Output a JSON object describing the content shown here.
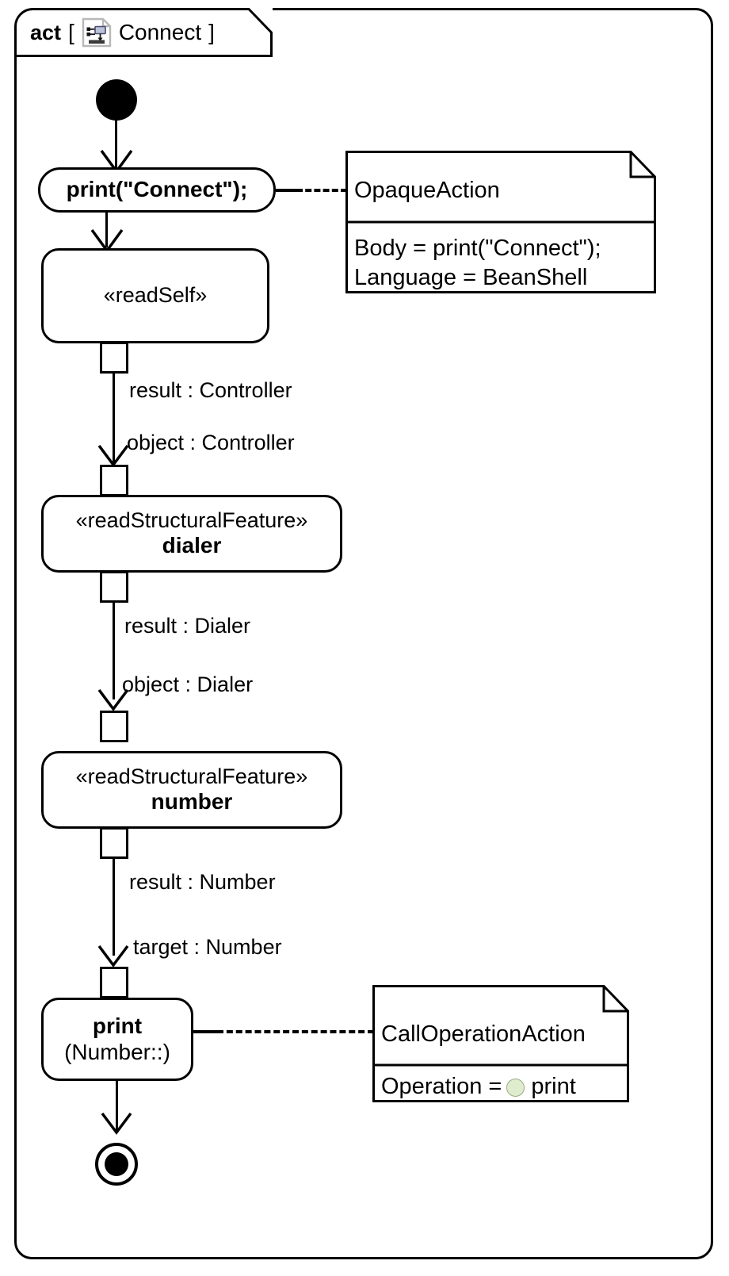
{
  "frame": {
    "kind_label": "act",
    "bracket_open": "[",
    "bracket_close": "]",
    "diagram_name": "Connect",
    "icon": "activity-diagram-icon"
  },
  "nodes": {
    "initial": {
      "name": "initial-node"
    },
    "action_print_connect": {
      "label": "print(\"Connect\");"
    },
    "read_self": {
      "stereotype": "«readSelf»"
    },
    "read_dialer": {
      "stereotype": "«readStructuralFeature»",
      "name": "dialer"
    },
    "read_number": {
      "stereotype": "«readStructuralFeature»",
      "name": "number"
    },
    "call_print": {
      "name": "print",
      "signature": "(Number::)"
    },
    "final": {
      "name": "activity-final-node"
    }
  },
  "edge_labels": [
    {
      "text": "result : Controller"
    },
    {
      "text": "object : Controller"
    },
    {
      "text": "result : Dialer"
    },
    {
      "text": "object : Dialer"
    },
    {
      "text": "result : Number"
    },
    {
      "text": "target : Number"
    }
  ],
  "notes": {
    "opaque_action": {
      "title": "OpaqueAction",
      "attributes": [
        "Body = print(\"Connect\");",
        "Language = BeanShell"
      ]
    },
    "call_operation_action": {
      "title": "CallOperationAction",
      "operation_label": "Operation =",
      "operation_value": "print",
      "operation_icon_color": "#dfeccd"
    }
  },
  "colors": {
    "stroke": "#000000",
    "background": "#ffffff",
    "operation_icon": "#dfeccd",
    "icon_accent": "#b9c2d8"
  }
}
